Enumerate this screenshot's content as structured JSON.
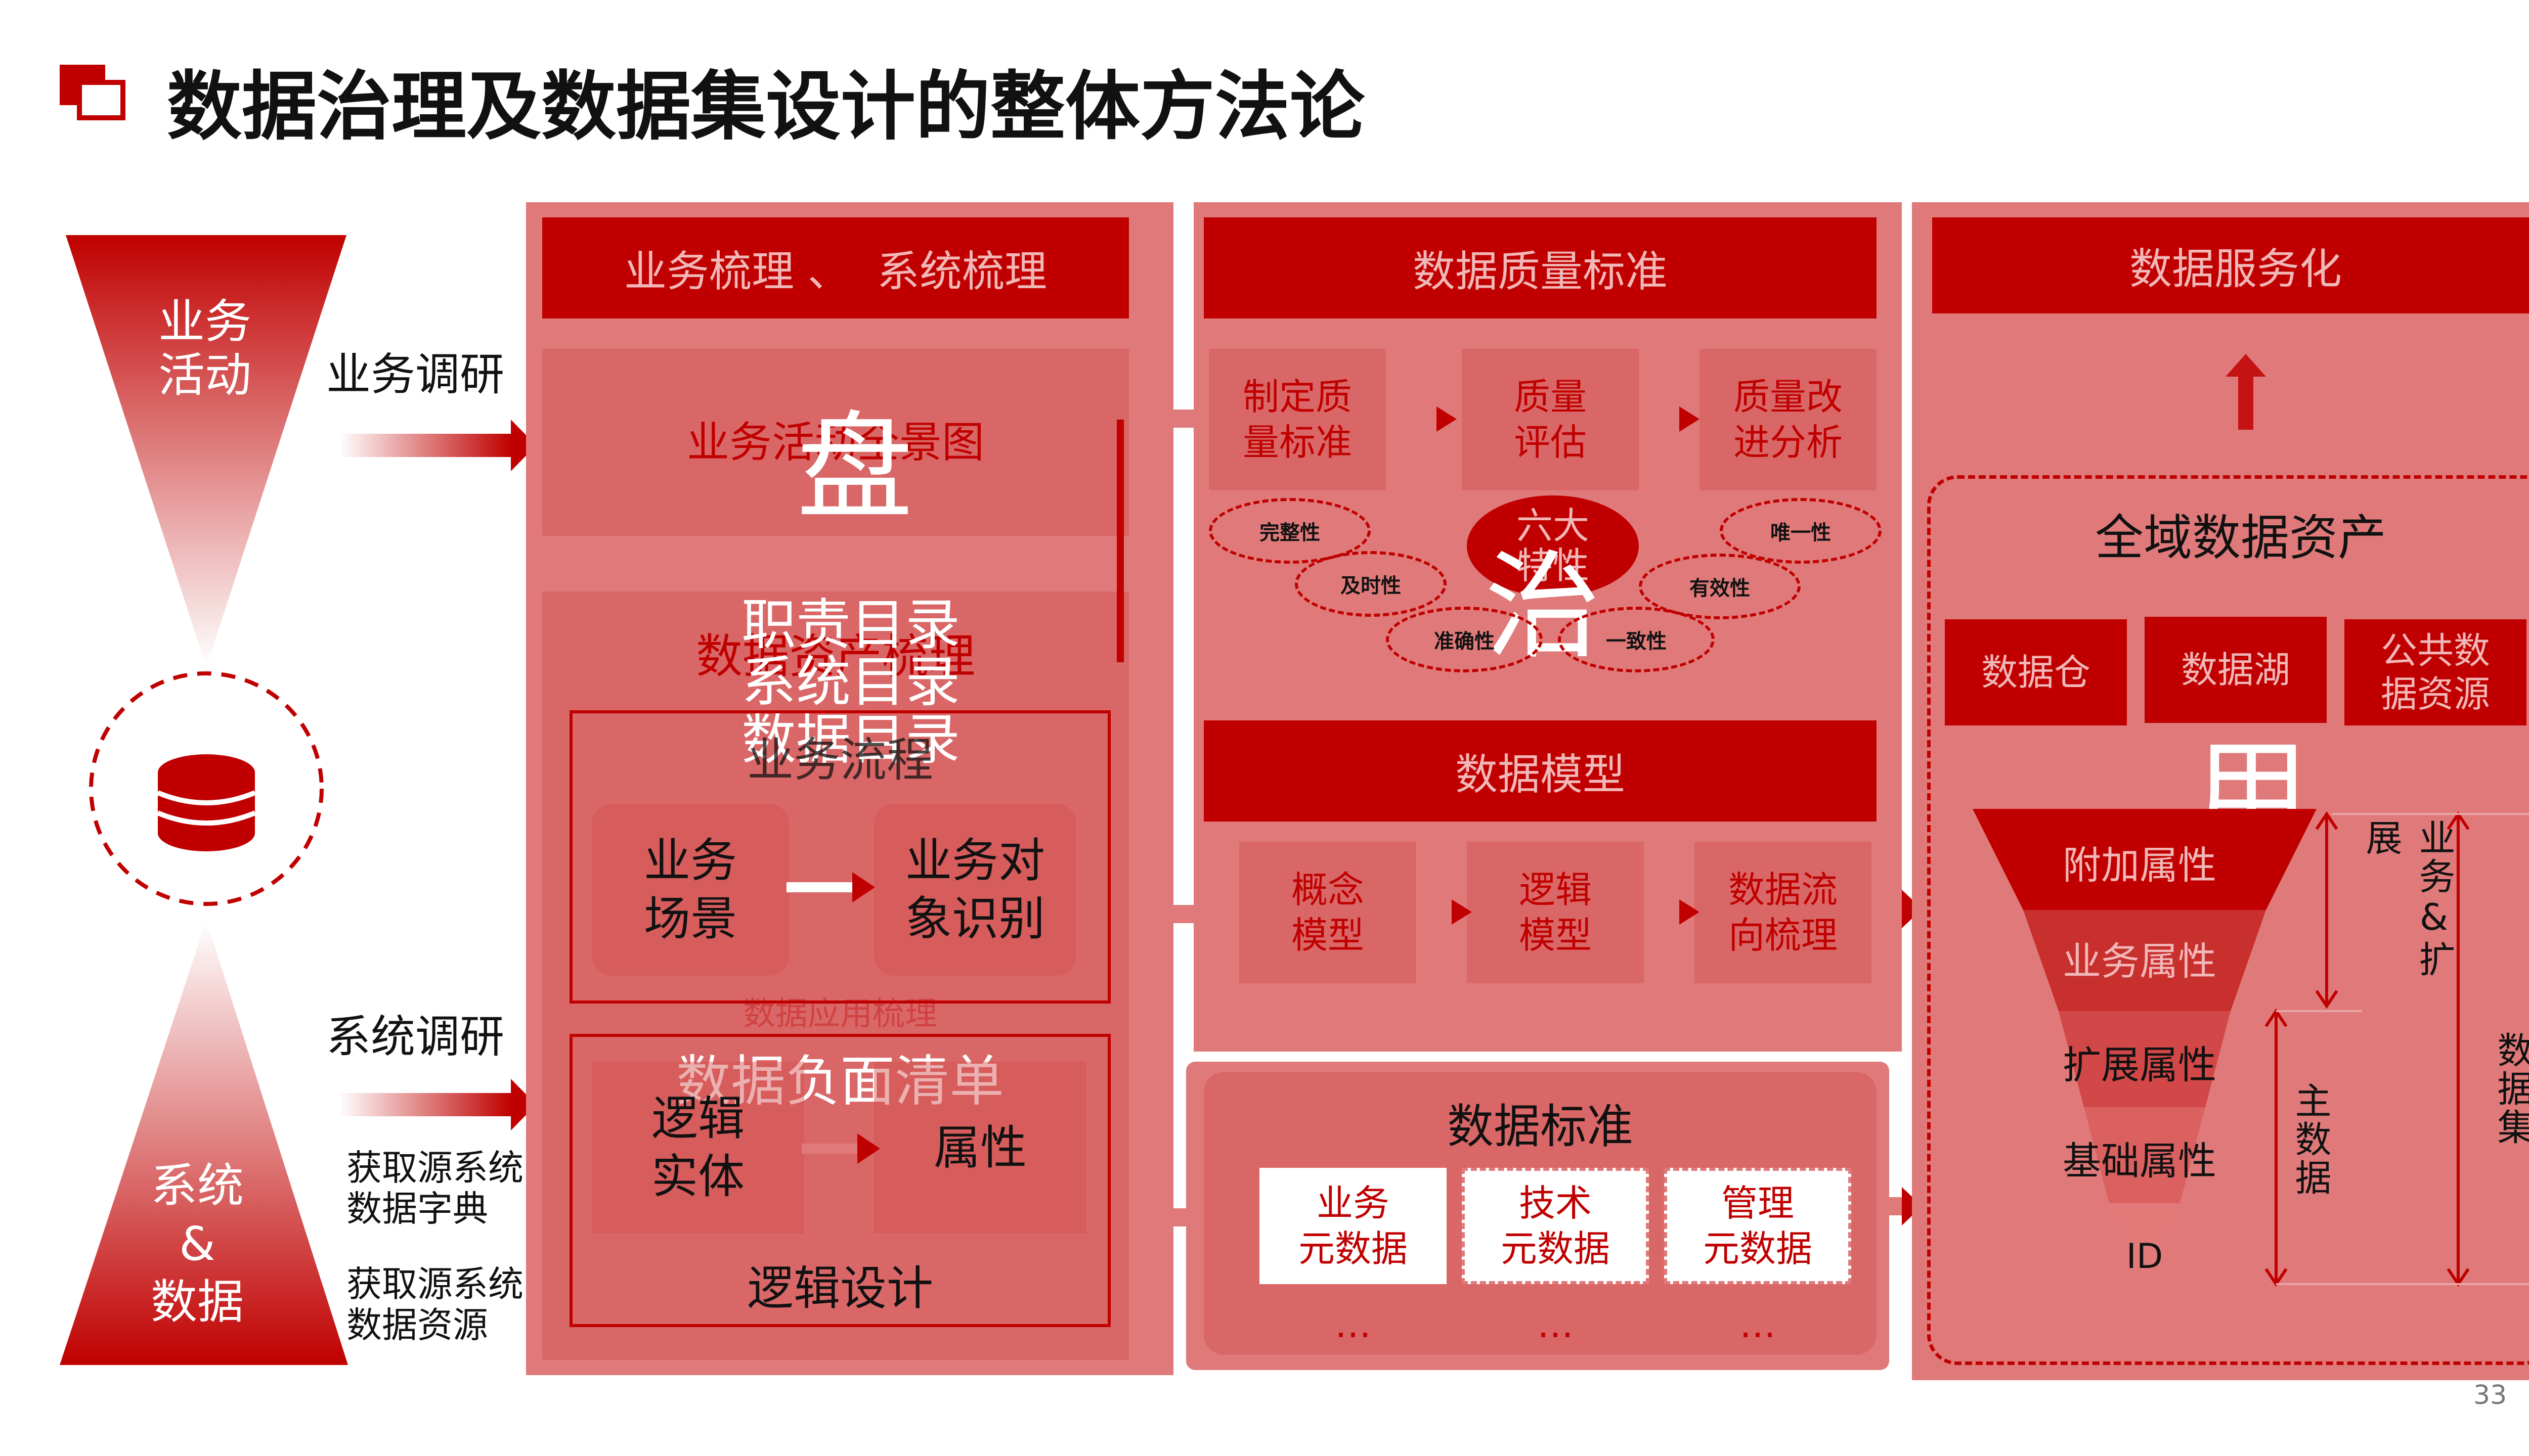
{
  "title": "数据治理及数据集设计的整体方法论",
  "page_number": "33",
  "left": {
    "top_triangle": "业务\n活动",
    "bottom_triangle": "系统\n&\n数据",
    "business_research": "业务调研",
    "system_research": "系统调研",
    "source_dict": "获取源系统\n数据字典",
    "source_res": "获取源系统\n数据资源"
  },
  "col1": {
    "header": "业务梳理 、  系统梳理",
    "panorama": "业务活动全景图",
    "big_char": "盘",
    "asset_sort": "数据资产梳理",
    "catalogs": "职责目录\n系统目录\n数据目录",
    "biz_flow": "业务流程",
    "biz_scene": "业务\n场景",
    "biz_object": "业务对\n象识别",
    "negative_list": "数据负面清单",
    "hidden_label": "数据应用梳理",
    "logic_entity": "逻辑\n实体",
    "attribute": "属性",
    "logic_design": "逻辑设计"
  },
  "col2": {
    "quality_header": "数据质量标准",
    "q_items": [
      "制定质\n量标准",
      "质量\n评估",
      "质量改\n进分析"
    ],
    "six": "六大\n特性",
    "big_char": "治",
    "ovals": [
      "完整性",
      "唯一性",
      "及时性",
      "有效性",
      "准确性",
      "一致性"
    ],
    "model_header": "数据模型",
    "m_items": [
      "概念\n模型",
      "逻辑\n模型",
      "数据流\n向梳理"
    ],
    "standard_header": "数据标准",
    "std_items": [
      "业务\n元数据",
      "技术\n元数据",
      "管理\n元数据"
    ],
    "ellipsis": "…"
  },
  "col3": {
    "service_header": "数据服务化",
    "asset_title": "全域数据资产",
    "stores": [
      "数据仓",
      "数据湖",
      "公共数\n据资源"
    ],
    "big_char": "用",
    "layers": [
      "附加属性",
      "业务属性",
      "扩展属性",
      "基础属性",
      "ID"
    ],
    "side_labels": [
      "业务&扩展",
      "主数据",
      "数据集"
    ]
  },
  "colors": {
    "accent": "#c00000",
    "panel": "#e07a7a"
  }
}
